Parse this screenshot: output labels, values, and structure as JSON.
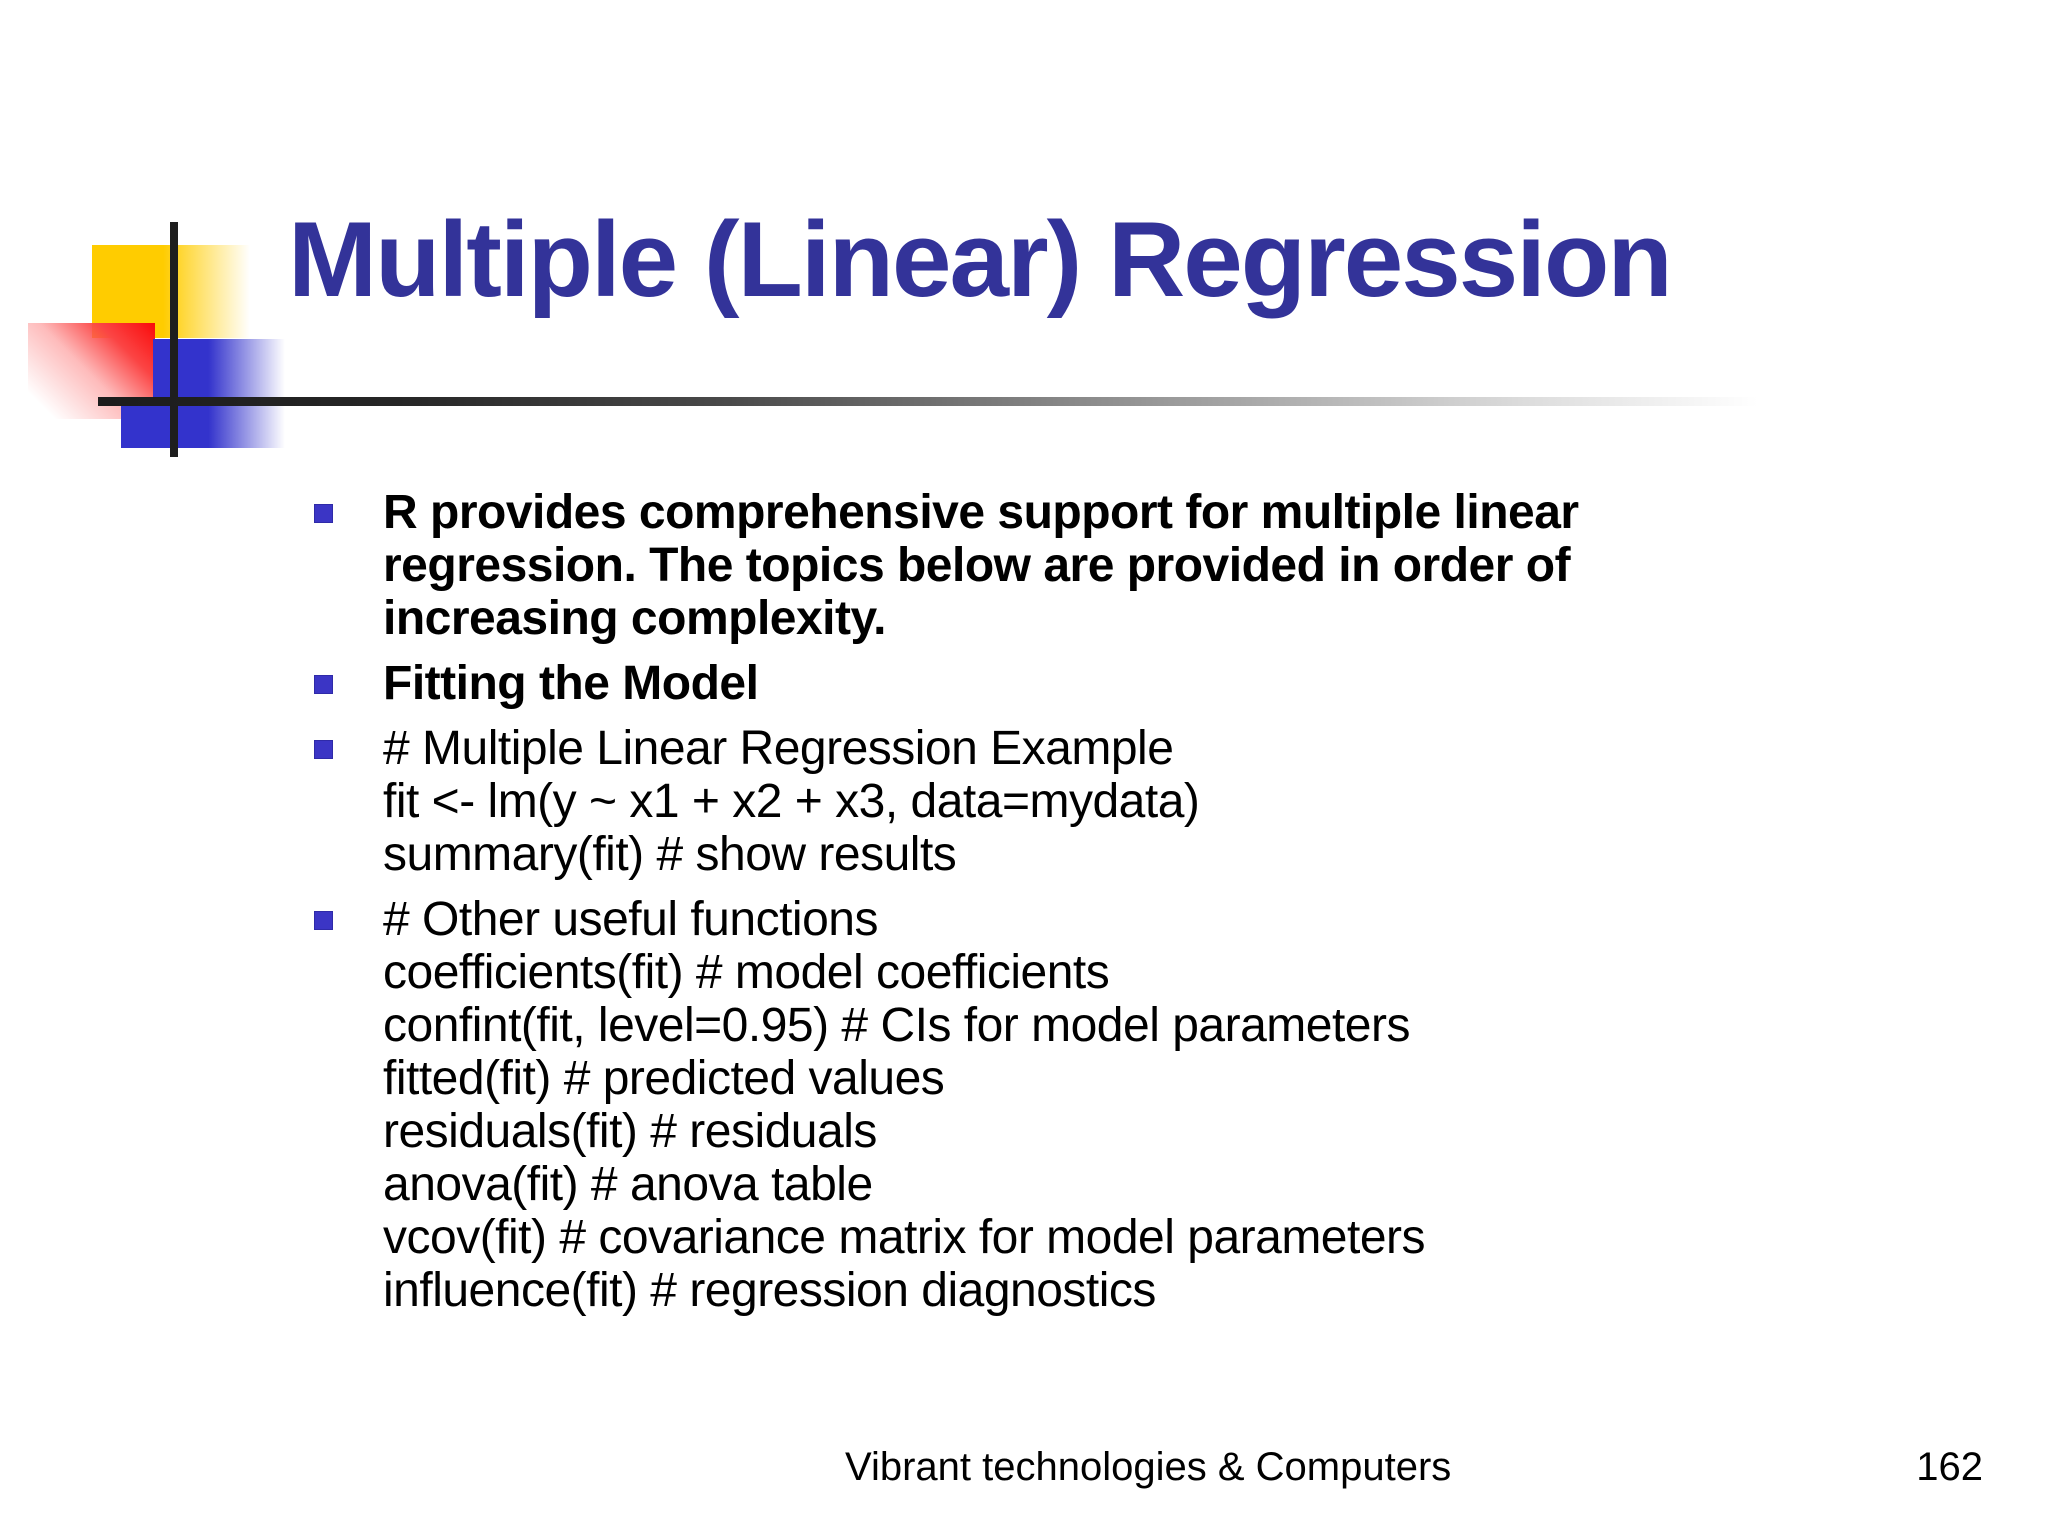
{
  "slide": {
    "title": "Multiple (Linear) Regression",
    "footer": "Vibrant technologies & Computers",
    "page_number": "162"
  },
  "colors": {
    "title_text": "#333399",
    "body_text": "#000000",
    "bullet_square": "#3b35c5",
    "deco_yellow": "#ffcc00",
    "deco_red": "#fa0a0a",
    "deco_blue": "#3333cc",
    "crosshair_line": "#1e1e1e"
  },
  "bullets": [
    {
      "bold": true,
      "lines": [
        "R provides comprehensive support for multiple linear",
        "regression. The topics below are provided in order of",
        "increasing complexity."
      ]
    },
    {
      "bold": true,
      "lines": [
        "Fitting the Model"
      ]
    },
    {
      "bold": false,
      "lines": [
        "# Multiple Linear Regression Example",
        "fit <- lm(y ~ x1 + x2 + x3, data=mydata)",
        "summary(fit) # show results"
      ]
    },
    {
      "bold": false,
      "lines": [
        "# Other useful functions",
        "coefficients(fit) # model coefficients",
        "confint(fit, level=0.95) # CIs for model parameters",
        "fitted(fit) # predicted values",
        "residuals(fit) # residuals",
        "anova(fit) # anova table",
        "vcov(fit) # covariance matrix for model parameters",
        "influence(fit) # regression diagnostics"
      ]
    }
  ]
}
